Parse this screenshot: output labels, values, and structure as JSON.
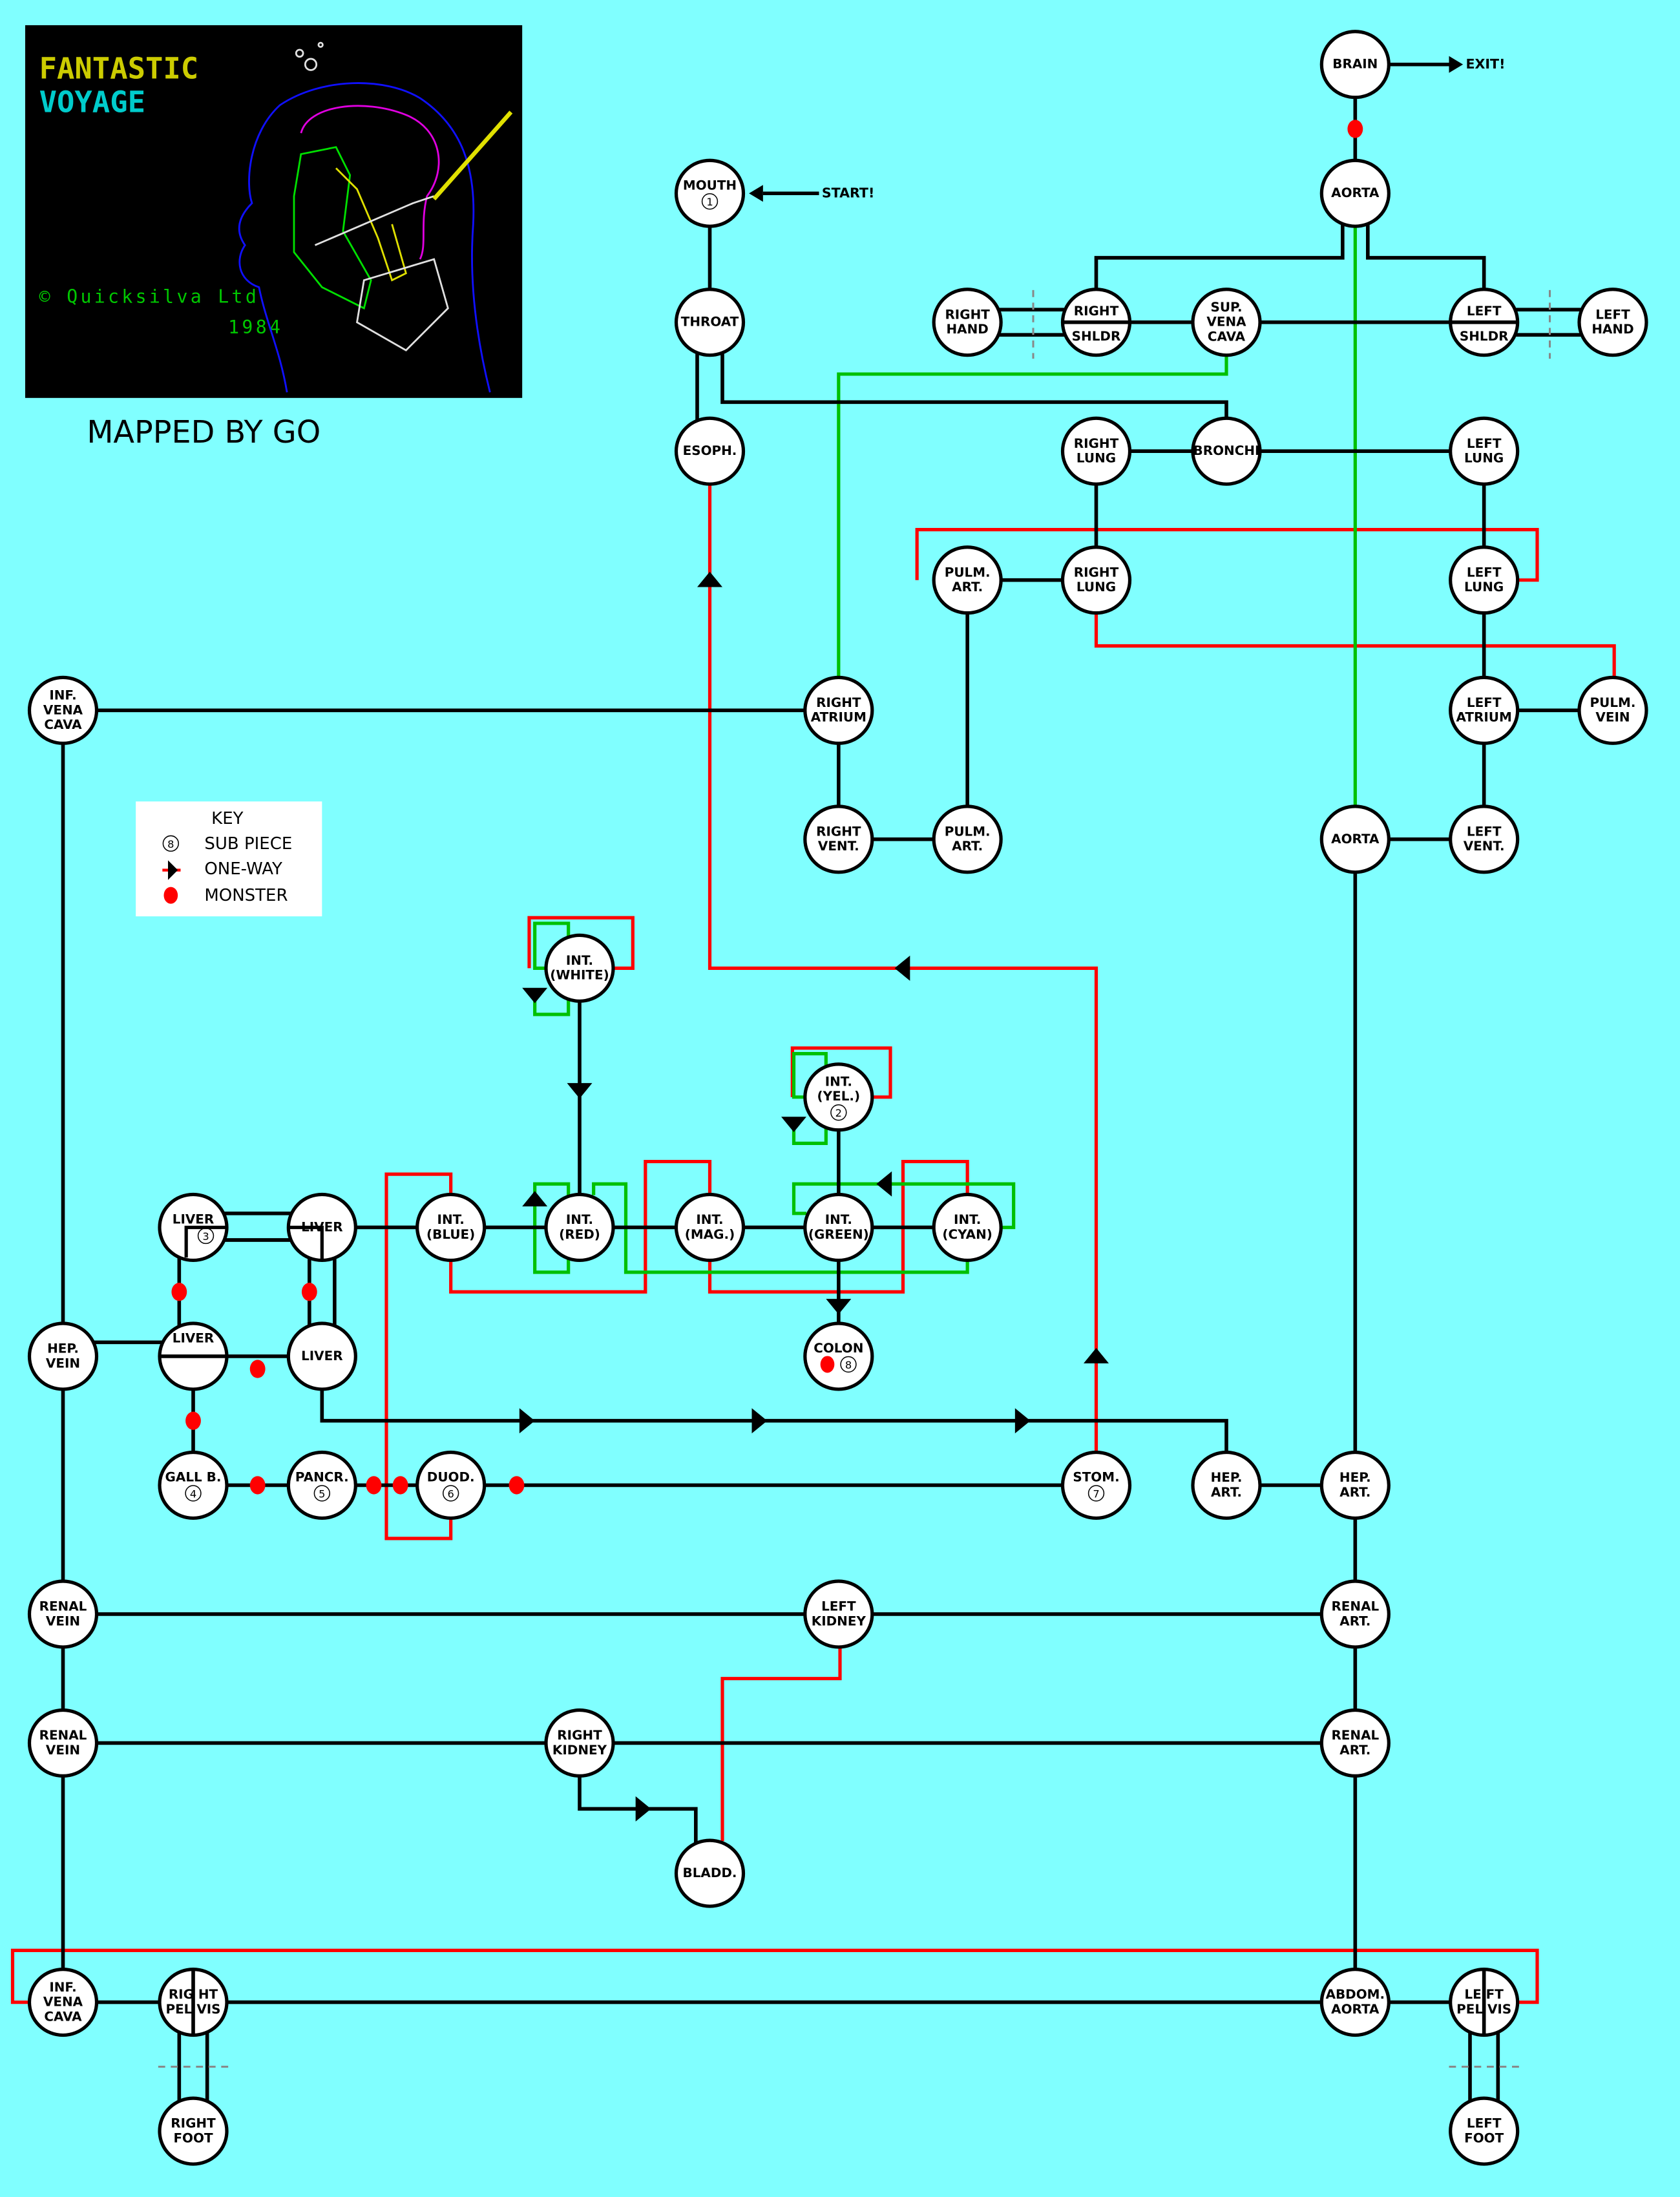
{
  "title_screen": {
    "title_line1": "FANTASTIC",
    "title_line2": "VOYAGE",
    "copyright": "© Quicksilva Ltd",
    "year": "1984",
    "colors": {
      "background": "#000000",
      "title_top": "#cccc00",
      "title_bottom": "#00cccc",
      "text": "#00c800"
    }
  },
  "credit": "MAPPED BY GO",
  "start_label": "START!",
  "exit_label": "EXIT!",
  "key": {
    "title": "KEY",
    "items": [
      {
        "symbol": "8",
        "label": "SUB PIECE"
      },
      {
        "symbol": "one-way-arrow",
        "label": "ONE-WAY"
      },
      {
        "symbol": "red-dot",
        "label": "MONSTER"
      }
    ]
  },
  "colors": {
    "background": "#80ffff",
    "node_fill": "#ffffff",
    "line": "#000000",
    "red_route": "#ff0000",
    "green_route": "#00c000",
    "monster": "#ff0000",
    "dashed": "#888888"
  },
  "nodes": [
    {
      "id": "brain",
      "lines": [
        "BRAIN"
      ]
    },
    {
      "id": "mouth",
      "lines": [
        "MOUTH"
      ],
      "sub_piece": "1"
    },
    {
      "id": "aorta_top",
      "lines": [
        "AORTA"
      ]
    },
    {
      "id": "throat",
      "lines": [
        "THROAT"
      ]
    },
    {
      "id": "right_hand",
      "lines": [
        "RIGHT",
        "HAND"
      ]
    },
    {
      "id": "right_shldr",
      "lines": [
        "RIGHT",
        "SHLDR"
      ],
      "split": "horizontal"
    },
    {
      "id": "sup_vena_cava",
      "lines": [
        "SUP.",
        "VENA",
        "CAVA"
      ]
    },
    {
      "id": "left_shldr",
      "lines": [
        "LEFT",
        "SHLDR"
      ],
      "split": "horizontal"
    },
    {
      "id": "left_hand",
      "lines": [
        "LEFT",
        "HAND"
      ]
    },
    {
      "id": "esoph",
      "lines": [
        "ESOPH."
      ]
    },
    {
      "id": "right_lung_top",
      "lines": [
        "RIGHT",
        "LUNG"
      ]
    },
    {
      "id": "bronchi",
      "lines": [
        "BRONCHI"
      ]
    },
    {
      "id": "left_lung_top",
      "lines": [
        "LEFT",
        "LUNG"
      ]
    },
    {
      "id": "pulm_art_top",
      "lines": [
        "PULM.",
        "ART."
      ]
    },
    {
      "id": "right_lung_mid",
      "lines": [
        "RIGHT",
        "LUNG"
      ]
    },
    {
      "id": "left_lung_mid",
      "lines": [
        "LEFT",
        "LUNG"
      ]
    },
    {
      "id": "inf_vena_cava_top",
      "lines": [
        "INF.",
        "VENA",
        "CAVA"
      ]
    },
    {
      "id": "right_atrium",
      "lines": [
        "RIGHT",
        "ATRIUM"
      ]
    },
    {
      "id": "left_atrium",
      "lines": [
        "LEFT",
        "ATRIUM"
      ]
    },
    {
      "id": "pulm_vein",
      "lines": [
        "PULM.",
        "VEIN"
      ]
    },
    {
      "id": "right_vent",
      "lines": [
        "RIGHT",
        "VENT."
      ]
    },
    {
      "id": "pulm_art_bottom",
      "lines": [
        "PULM.",
        "ART."
      ]
    },
    {
      "id": "aorta_mid",
      "lines": [
        "AORTA"
      ]
    },
    {
      "id": "left_vent",
      "lines": [
        "LEFT",
        "VENT."
      ]
    },
    {
      "id": "int_white",
      "lines": [
        "INT.",
        "(WHITE)"
      ]
    },
    {
      "id": "int_yel",
      "lines": [
        "INT.",
        "(YEL.)"
      ],
      "sub_piece": "2"
    },
    {
      "id": "liver_a",
      "lines": [
        "LIVER"
      ],
      "sub_piece": "3"
    },
    {
      "id": "liver_b",
      "lines": [
        "LIVER"
      ]
    },
    {
      "id": "int_blue",
      "lines": [
        "INT.",
        "(BLUE)"
      ]
    },
    {
      "id": "int_red",
      "lines": [
        "INT.",
        "(RED)"
      ]
    },
    {
      "id": "int_mag",
      "lines": [
        "INT.",
        "(MAG.)"
      ]
    },
    {
      "id": "int_green",
      "lines": [
        "INT.",
        "(GREEN)"
      ]
    },
    {
      "id": "int_cyan",
      "lines": [
        "INT.",
        "(CYAN)"
      ]
    },
    {
      "id": "hep_vein",
      "lines": [
        "HEP.",
        "VEIN"
      ]
    },
    {
      "id": "liver_c",
      "lines": [
        "LIVER"
      ],
      "split": "horizontal"
    },
    {
      "id": "liver_d",
      "lines": [
        "LIVER"
      ]
    },
    {
      "id": "colon",
      "lines": [
        "COLON"
      ],
      "sub_piece": "8",
      "monster": true
    },
    {
      "id": "gall_b",
      "lines": [
        "GALL B."
      ],
      "sub_piece": "4"
    },
    {
      "id": "pancr",
      "lines": [
        "PANCR."
      ],
      "sub_piece": "5"
    },
    {
      "id": "duod",
      "lines": [
        "DUOD."
      ],
      "sub_piece": "6"
    },
    {
      "id": "stom",
      "lines": [
        "STOM."
      ],
      "sub_piece": "7"
    },
    {
      "id": "hep_art_a",
      "lines": [
        "HEP.",
        "ART."
      ]
    },
    {
      "id": "hep_art_b",
      "lines": [
        "HEP.",
        "ART."
      ]
    },
    {
      "id": "renal_vein_a",
      "lines": [
        "RENAL",
        "VEIN"
      ]
    },
    {
      "id": "left_kidney",
      "lines": [
        "LEFT",
        "KIDNEY"
      ]
    },
    {
      "id": "renal_art_a",
      "lines": [
        "RENAL",
        "ART."
      ]
    },
    {
      "id": "renal_vein_b",
      "lines": [
        "RENAL",
        "VEIN"
      ]
    },
    {
      "id": "right_kidney",
      "lines": [
        "RIGHT",
        "KIDNEY"
      ]
    },
    {
      "id": "renal_art_b",
      "lines": [
        "RENAL",
        "ART."
      ]
    },
    {
      "id": "bladd",
      "lines": [
        "BLADD."
      ]
    },
    {
      "id": "inf_vena_cava_bottom",
      "lines": [
        "INF.",
        "VENA",
        "CAVA"
      ]
    },
    {
      "id": "right_pelvis",
      "lines": [
        "RIG HT",
        "PEL VIS"
      ],
      "split": "vertical"
    },
    {
      "id": "abdom_aorta",
      "lines": [
        "ABDOM.",
        "AORTA"
      ]
    },
    {
      "id": "left_pelvis",
      "lines": [
        "LE FT",
        "PEL VIS"
      ],
      "split": "vertical"
    },
    {
      "id": "right_foot",
      "lines": [
        "RIGHT",
        "FOOT"
      ]
    },
    {
      "id": "left_foot",
      "lines": [
        "LEFT",
        "FOOT"
      ]
    }
  ]
}
